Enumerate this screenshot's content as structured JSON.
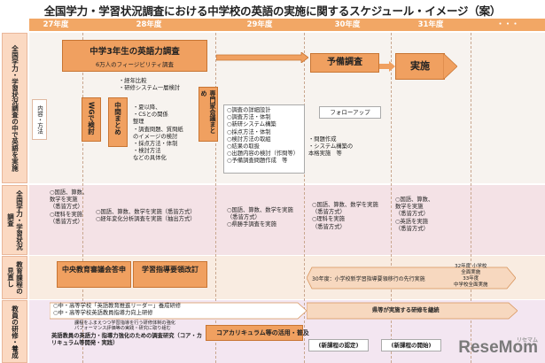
{
  "title": "全国学力・学習状況調査における中学校の英語の実施に関するスケジュール・イメージ（案）",
  "years": [
    "27年度",
    "28年度",
    "29年度",
    "30年度",
    "31年度",
    "・・・"
  ],
  "rows": {
    "r1_label": "全国学力・学習状況調査の中で英語を実施",
    "r1_sub": "内容・方法",
    "r2_label": "全国学力・学習状況調査",
    "r3_label": "教育課程の見直し",
    "r4_label": "教員の研修・養成"
  },
  "survey": {
    "main": "中学3年生の英語力調査",
    "sub": "6万人のフィージビリティ調査",
    "notes": [
      "・経年比較",
      "・研修システム一層検討"
    ],
    "w_box": "WGで検討",
    "center_box": "中間まとめ",
    "expert_box": "専門家会議まとめ",
    "list_a": [
      "・夏以降、",
      "・CSとの関係",
      "  整理",
      "・調査問題、質問紙",
      "  のイメージの検討",
      "・採点方法・体制",
      "・検討方法",
      "などの具体化"
    ],
    "list_b": [
      "○調査の詳細設計",
      "○調査方法・体制",
      "○新研システム構築",
      "○採点方法・体制",
      "○検討方法の取組",
      "○結果の取扱",
      "○出題内容の検討（作問等）",
      "○予備調査問題作成　等"
    ],
    "followup": "フォローアップ",
    "list_c": [
      "・問題作成",
      "・システム構築の",
      "  本格実施　等"
    ],
    "pre_survey": "予備調査",
    "implement": "実施"
  },
  "national": {
    "y27": [
      "○国語、算数、",
      "  数学を実施",
      "  （悉皆方式）",
      "○理科を実施",
      "  （悉皆方式）"
    ],
    "y28": [
      "○国語、算数、数学を実施（悉皆方式）",
      "○経年変化分析調査を実施（抽出方式）"
    ],
    "y29": [
      "○国語、算数、数学を実施",
      "  （悉皆方式）",
      "○県勝手調査を実施"
    ],
    "y30": [
      "○国語、算数、数学を実施",
      "  （悉皆方式）",
      "○理科を実施",
      "  （悉皆方式）"
    ],
    "y31": [
      "○国語、算数、",
      "  数学を実施",
      "  （悉皆方式）",
      "○英語を実施",
      "  （悉皆方式）"
    ]
  },
  "curriculum": {
    "chuo": "中央教育審議会答申",
    "shido": "学習指導要領改訂",
    "arrow_text": "30年度：小学校新学習指導要領移行の先行実施",
    "arrow_right": [
      "32年度 小学校",
      "全面実施",
      "33年度",
      "中学校全面実施"
    ]
  },
  "training": {
    "items": [
      "○中・高等学校「英語教育推進リーダー」養成研修",
      "○中・高等学校英語教員指導力向上研修"
    ],
    "small": [
      "課程をふまえつつ学習指導を行う研修体制の強化",
      "パフォーマンス評価等の実践・研究に取り組む"
    ],
    "reinforce": "英語教員の英語力・指導力強化のための調査研究（コア・カリキュラム等開発・実践）",
    "core": "コアカリキュラム等の活用・普及",
    "pref": "県等が実施する研修を継続",
    "new1": "(新課程の認定)",
    "new2": "(新課程の開始)"
  },
  "logo": "ReseMom",
  "logo_small": "リセマム"
}
